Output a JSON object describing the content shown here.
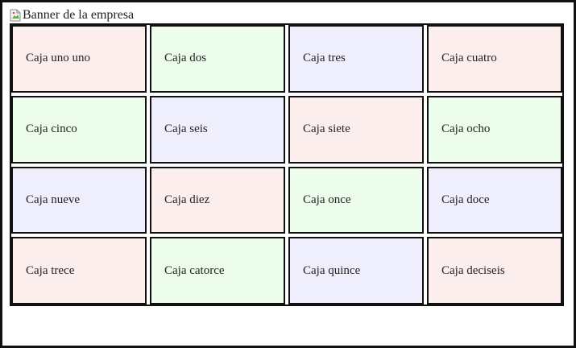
{
  "banner": {
    "alt_text": "Banner de la empresa",
    "icon": "broken-image-icon"
  },
  "colors": {
    "pink": "#fdeeee",
    "green": "#ecfdec",
    "lavender": "#eeeefd"
  },
  "boxes": [
    {
      "label": "Caja uno uno",
      "color": "#fdeeee"
    },
    {
      "label": "Caja dos",
      "color": "#ecfdec"
    },
    {
      "label": "Caja tres",
      "color": "#eeeefd"
    },
    {
      "label": "Caja cuatro",
      "color": "#fdeeee"
    },
    {
      "label": "Caja cinco",
      "color": "#ecfdec"
    },
    {
      "label": "Caja seis",
      "color": "#eeeefd"
    },
    {
      "label": "Caja siete",
      "color": "#fdeeee"
    },
    {
      "label": "Caja ocho",
      "color": "#ecfdec"
    },
    {
      "label": "Caja nueve",
      "color": "#eeeefd"
    },
    {
      "label": "Caja diez",
      "color": "#fdeeee"
    },
    {
      "label": "Caja once",
      "color": "#ecfdec"
    },
    {
      "label": "Caja doce",
      "color": "#eeeefd"
    },
    {
      "label": "Caja trece",
      "color": "#fdeeee"
    },
    {
      "label": "Caja catorce",
      "color": "#ecfdec"
    },
    {
      "label": "Caja quince",
      "color": "#eeeefd"
    },
    {
      "label": "Caja deciseis",
      "color": "#fdeeee"
    }
  ]
}
